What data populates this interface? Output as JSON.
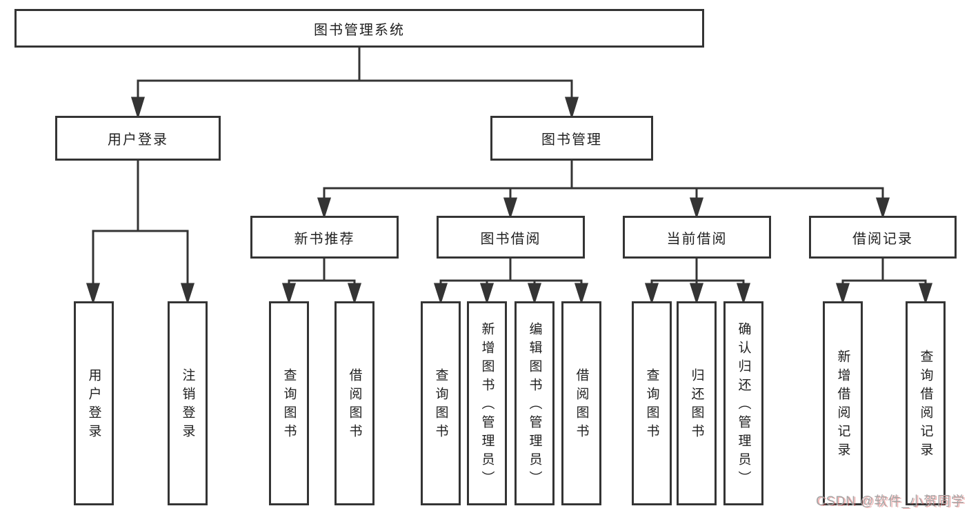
{
  "colors": {
    "line": "#343434",
    "border": "#343434",
    "text": "#1f1f1f",
    "background": "#ffffff",
    "watermark": "#a5a5a5",
    "watermark_accent": "#e05252"
  },
  "diagram": {
    "root": {
      "label": "图书管理系统"
    },
    "level2": [
      {
        "id": "user-login",
        "label": "用户登录"
      },
      {
        "id": "book-management",
        "label": "图书管理"
      }
    ],
    "level3": [
      {
        "id": "new-book-recommend",
        "label": "新书推荐"
      },
      {
        "id": "book-borrowing",
        "label": "图书借阅"
      },
      {
        "id": "current-borrowing",
        "label": "当前借阅"
      },
      {
        "id": "borrow-records",
        "label": "借阅记录"
      }
    ],
    "leaves": [
      {
        "group": "user-login",
        "label": "用户登录"
      },
      {
        "group": "user-login",
        "label": "注销登录"
      },
      {
        "group": "new-book-recommend",
        "label": "查询图书"
      },
      {
        "group": "new-book-recommend",
        "label": "借阅图书"
      },
      {
        "group": "book-borrowing",
        "label": "查询图书"
      },
      {
        "group": "book-borrowing",
        "label": "新增图书（管理员）"
      },
      {
        "group": "book-borrowing",
        "label": "编辑图书（管理员）"
      },
      {
        "group": "book-borrowing",
        "label": "借阅图书"
      },
      {
        "group": "current-borrowing",
        "label": "查询图书"
      },
      {
        "group": "current-borrowing",
        "label": "归还图书"
      },
      {
        "group": "current-borrowing",
        "label": "确认归还（管理员）"
      },
      {
        "group": "borrow-records",
        "label": "新增借阅记录"
      },
      {
        "group": "borrow-records",
        "label": "查询借阅记录"
      }
    ]
  },
  "watermark": {
    "text": "CSDN @软件_小贺同学"
  }
}
